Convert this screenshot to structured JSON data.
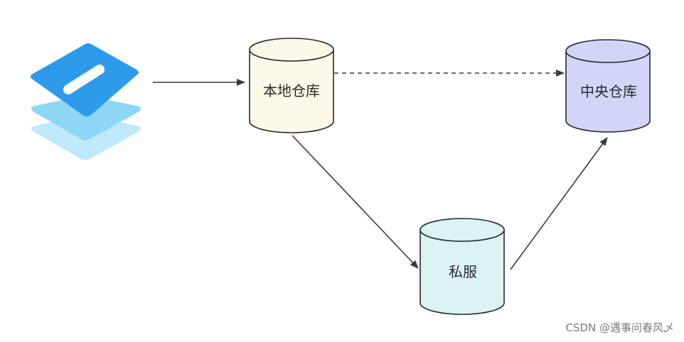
{
  "nodes": {
    "local_repo": {
      "label": "本地仓库",
      "fill": "#fdf9e8"
    },
    "central_repo": {
      "label": "中央仓库",
      "fill": "#d3d5f8"
    },
    "private_server": {
      "label": "私服",
      "fill": "#d9f4f3"
    }
  },
  "edges": [
    {
      "from": "project-icon",
      "to": "local_repo",
      "style": "solid"
    },
    {
      "from": "local_repo",
      "to": "central_repo",
      "style": "dashed"
    },
    {
      "from": "local_repo",
      "to": "private_server",
      "style": "solid"
    },
    {
      "from": "private_server",
      "to": "central_repo",
      "style": "solid"
    }
  ],
  "icon": {
    "name": "layers-stack-icon",
    "top_color": "#2e9bea",
    "mid_color": "#8ed6f6",
    "bottom_color": "#bfe8fb"
  },
  "colors": {
    "stroke": "#3a3a3a"
  },
  "watermark": "CSDN @遇事问春风乄"
}
